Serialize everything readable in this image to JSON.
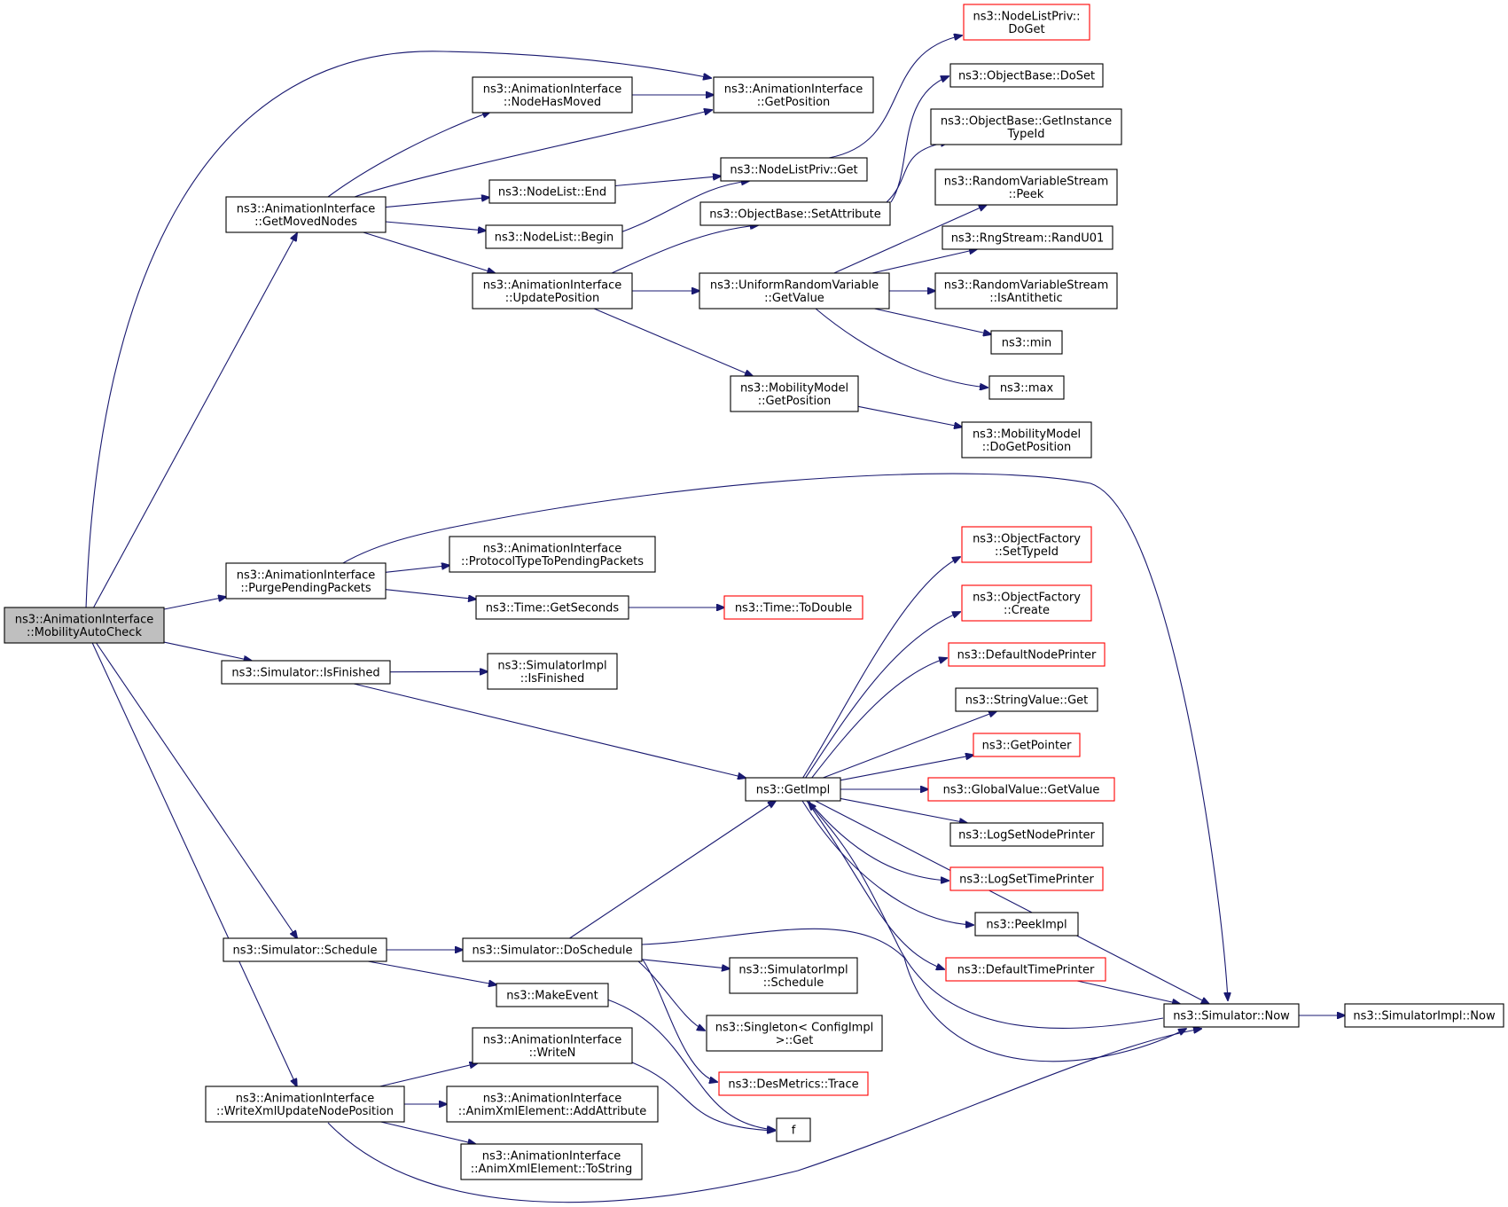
{
  "colors": {
    "edge": "#191970",
    "node_border": "#000000",
    "node_border_incomplete": "#ff0000",
    "root_fill": "#bfbfbf",
    "node_fill": "#ffffff"
  },
  "nodes": [
    {
      "id": "root",
      "lines": [
        "ns3::AnimationInterface",
        "::MobilityAutoCheck"
      ],
      "style": "root"
    },
    {
      "id": "getMovedNodes",
      "lines": [
        "ns3::AnimationInterface",
        "::GetMovedNodes"
      ],
      "style": "normal"
    },
    {
      "id": "nodeHasMoved",
      "lines": [
        "ns3::AnimationInterface",
        "::NodeHasMoved"
      ],
      "style": "normal"
    },
    {
      "id": "aiGetPosition",
      "lines": [
        "ns3::AnimationInterface",
        "::GetPosition"
      ],
      "style": "normal"
    },
    {
      "id": "nlpDoGet",
      "lines": [
        "ns3::NodeListPriv::",
        "DoGet"
      ],
      "style": "red"
    },
    {
      "id": "obDoSet",
      "lines": [
        "ns3::ObjectBase::DoSet"
      ],
      "style": "normal"
    },
    {
      "id": "obGetInstanceTypeId",
      "lines": [
        "ns3::ObjectBase::GetInstance",
        "TypeId"
      ],
      "style": "normal"
    },
    {
      "id": "nlpGet",
      "lines": [
        "ns3::NodeListPriv::Get"
      ],
      "style": "normal"
    },
    {
      "id": "nlEnd",
      "lines": [
        "ns3::NodeList::End"
      ],
      "style": "normal"
    },
    {
      "id": "nlBegin",
      "lines": [
        "ns3::NodeList::Begin"
      ],
      "style": "normal"
    },
    {
      "id": "obSetAttribute",
      "lines": [
        "ns3::ObjectBase::SetAttribute"
      ],
      "style": "normal"
    },
    {
      "id": "rvsPeek",
      "lines": [
        "ns3::RandomVariableStream",
        "::Peek"
      ],
      "style": "normal"
    },
    {
      "id": "randU01",
      "lines": [
        "ns3::RngStream::RandU01"
      ],
      "style": "normal"
    },
    {
      "id": "updatePosition",
      "lines": [
        "ns3::AnimationInterface",
        "::UpdatePosition"
      ],
      "style": "normal"
    },
    {
      "id": "urvGetValue",
      "lines": [
        "ns3::UniformRandomVariable",
        "::GetValue"
      ],
      "style": "normal"
    },
    {
      "id": "rvsIsAntithetic",
      "lines": [
        "ns3::RandomVariableStream",
        "::IsAntithetic"
      ],
      "style": "normal"
    },
    {
      "id": "min",
      "lines": [
        "ns3::min"
      ],
      "style": "normal"
    },
    {
      "id": "max",
      "lines": [
        "ns3::max"
      ],
      "style": "normal"
    },
    {
      "id": "mmGetPosition",
      "lines": [
        "ns3::MobilityModel",
        "::GetPosition"
      ],
      "style": "normal"
    },
    {
      "id": "mmDoGetPosition",
      "lines": [
        "ns3::MobilityModel",
        "::DoGetPosition"
      ],
      "style": "normal"
    },
    {
      "id": "ofSetTypeId",
      "lines": [
        "ns3::ObjectFactory",
        "::SetTypeId"
      ],
      "style": "red"
    },
    {
      "id": "purgePending",
      "lines": [
        "ns3::AnimationInterface",
        "::PurgePendingPackets"
      ],
      "style": "normal"
    },
    {
      "id": "protocolType",
      "lines": [
        "ns3::AnimationInterface",
        "::ProtocolTypeToPendingPackets"
      ],
      "style": "normal"
    },
    {
      "id": "ofCreate",
      "lines": [
        "ns3::ObjectFactory",
        "::Create"
      ],
      "style": "red"
    },
    {
      "id": "timeGetSeconds",
      "lines": [
        "ns3::Time::GetSeconds"
      ],
      "style": "normal"
    },
    {
      "id": "timeToDouble",
      "lines": [
        "ns3::Time::ToDouble"
      ],
      "style": "red"
    },
    {
      "id": "defaultNodePrinter",
      "lines": [
        "ns3::DefaultNodePrinter"
      ],
      "style": "red"
    },
    {
      "id": "simIsFinished",
      "lines": [
        "ns3::Simulator::IsFinished"
      ],
      "style": "normal"
    },
    {
      "id": "simImplIsFinished",
      "lines": [
        "ns3::SimulatorImpl",
        "::IsFinished"
      ],
      "style": "normal"
    },
    {
      "id": "stringValueGet",
      "lines": [
        "ns3::StringValue::Get"
      ],
      "style": "normal"
    },
    {
      "id": "getPointer",
      "lines": [
        "ns3::GetPointer"
      ],
      "style": "red"
    },
    {
      "id": "getImpl",
      "lines": [
        "ns3::GetImpl"
      ],
      "style": "normal"
    },
    {
      "id": "globalValueGetValue",
      "lines": [
        "ns3::GlobalValue::GetValue"
      ],
      "style": "red"
    },
    {
      "id": "logSetNodePrinter",
      "lines": [
        "ns3::LogSetNodePrinter"
      ],
      "style": "normal"
    },
    {
      "id": "logSetTimePrinter",
      "lines": [
        "ns3::LogSetTimePrinter"
      ],
      "style": "red"
    },
    {
      "id": "peekImpl",
      "lines": [
        "ns3::PeekImpl"
      ],
      "style": "normal"
    },
    {
      "id": "simSchedule",
      "lines": [
        "ns3::Simulator::Schedule"
      ],
      "style": "normal"
    },
    {
      "id": "simDoSchedule",
      "lines": [
        "ns3::Simulator::DoSchedule"
      ],
      "style": "normal"
    },
    {
      "id": "defaultTimePrinter",
      "lines": [
        "ns3::DefaultTimePrinter"
      ],
      "style": "red"
    },
    {
      "id": "simImplSchedule",
      "lines": [
        "ns3::SimulatorImpl",
        "::Schedule"
      ],
      "style": "normal"
    },
    {
      "id": "makeEvent",
      "lines": [
        "ns3::MakeEvent"
      ],
      "style": "normal"
    },
    {
      "id": "simNow",
      "lines": [
        "ns3::Simulator::Now"
      ],
      "style": "normal"
    },
    {
      "id": "simImplNow",
      "lines": [
        "ns3::SimulatorImpl::Now"
      ],
      "style": "normal"
    },
    {
      "id": "singletonGet",
      "lines": [
        "ns3::Singleton< ConfigImpl",
        ">::Get"
      ],
      "style": "normal"
    },
    {
      "id": "writeN",
      "lines": [
        "ns3::AnimationInterface",
        "::WriteN"
      ],
      "style": "normal"
    },
    {
      "id": "desMetricsTrace",
      "lines": [
        "ns3::DesMetrics::Trace"
      ],
      "style": "red"
    },
    {
      "id": "writeXml",
      "lines": [
        "ns3::AnimationInterface",
        "::WriteXmlUpdateNodePosition"
      ],
      "style": "normal"
    },
    {
      "id": "addAttribute",
      "lines": [
        "ns3::AnimationInterface",
        "::AnimXmlElement::AddAttribute"
      ],
      "style": "normal"
    },
    {
      "id": "f",
      "lines": [
        "f"
      ],
      "style": "normal"
    },
    {
      "id": "toString",
      "lines": [
        "ns3::AnimationInterface",
        "::AnimXmlElement::ToString"
      ],
      "style": "normal"
    }
  ],
  "edges": [
    [
      "root",
      "aiGetPosition"
    ],
    [
      "root",
      "getMovedNodes"
    ],
    [
      "root",
      "purgePending"
    ],
    [
      "root",
      "simIsFinished"
    ],
    [
      "root",
      "simSchedule"
    ],
    [
      "root",
      "writeXml"
    ],
    [
      "getMovedNodes",
      "nodeHasMoved"
    ],
    [
      "getMovedNodes",
      "aiGetPosition"
    ],
    [
      "getMovedNodes",
      "nlEnd"
    ],
    [
      "getMovedNodes",
      "nlBegin"
    ],
    [
      "getMovedNodes",
      "updatePosition"
    ],
    [
      "nodeHasMoved",
      "aiGetPosition"
    ],
    [
      "nlEnd",
      "nlpGet"
    ],
    [
      "nlBegin",
      "nlpGet"
    ],
    [
      "nlpGet",
      "nlpDoGet"
    ],
    [
      "updatePosition",
      "obSetAttribute"
    ],
    [
      "updatePosition",
      "urvGetValue"
    ],
    [
      "updatePosition",
      "mmGetPosition"
    ],
    [
      "obSetAttribute",
      "obDoSet"
    ],
    [
      "obSetAttribute",
      "obGetInstanceTypeId"
    ],
    [
      "urvGetValue",
      "rvsPeek"
    ],
    [
      "urvGetValue",
      "randU01"
    ],
    [
      "urvGetValue",
      "rvsIsAntithetic"
    ],
    [
      "urvGetValue",
      "min"
    ],
    [
      "urvGetValue",
      "max"
    ],
    [
      "mmGetPosition",
      "mmDoGetPosition"
    ],
    [
      "purgePending",
      "protocolType"
    ],
    [
      "purgePending",
      "timeGetSeconds"
    ],
    [
      "purgePending",
      "simNow"
    ],
    [
      "timeGetSeconds",
      "timeToDouble"
    ],
    [
      "simIsFinished",
      "simImplIsFinished"
    ],
    [
      "simIsFinished",
      "getImpl"
    ],
    [
      "getImpl",
      "ofSetTypeId"
    ],
    [
      "getImpl",
      "ofCreate"
    ],
    [
      "getImpl",
      "defaultNodePrinter"
    ],
    [
      "getImpl",
      "stringValueGet"
    ],
    [
      "getImpl",
      "getPointer"
    ],
    [
      "getImpl",
      "globalValueGetValue"
    ],
    [
      "getImpl",
      "logSetNodePrinter"
    ],
    [
      "getImpl",
      "logSetTimePrinter"
    ],
    [
      "getImpl",
      "peekImpl"
    ],
    [
      "getImpl",
      "defaultTimePrinter"
    ],
    [
      "getImpl",
      "simNow"
    ],
    [
      "simSchedule",
      "simDoSchedule"
    ],
    [
      "simSchedule",
      "makeEvent"
    ],
    [
      "simDoSchedule",
      "getImpl"
    ],
    [
      "simDoSchedule",
      "simImplSchedule"
    ],
    [
      "simDoSchedule",
      "singletonGet"
    ],
    [
      "simDoSchedule",
      "desMetricsTrace"
    ],
    [
      "simDoSchedule",
      "simNow"
    ],
    [
      "makeEvent",
      "f"
    ],
    [
      "defaultTimePrinter",
      "simNow"
    ],
    [
      "simNow",
      "getImpl"
    ],
    [
      "simNow",
      "simImplNow"
    ],
    [
      "writeXml",
      "writeN"
    ],
    [
      "writeXml",
      "addAttribute"
    ],
    [
      "writeXml",
      "toString"
    ],
    [
      "writeXml",
      "simNow"
    ],
    [
      "writeN",
      "f"
    ]
  ]
}
